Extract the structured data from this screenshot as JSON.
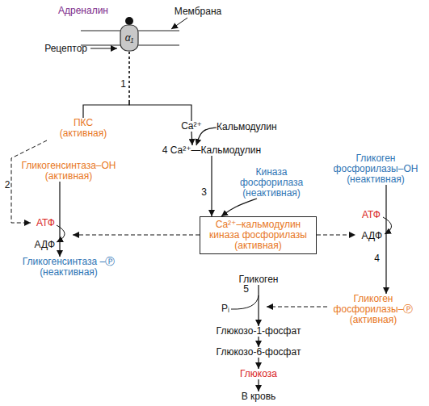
{
  "diagram": {
    "nodes": [
      {
        "text": [
          "α₁"
        ]
      },
      {
        "text": [
          "ПКС (активная)"
        ]
      },
      {
        "text": [
          "Ca²⁺"
        ]
      },
      {
        "text": [
          "Кальмодулин"
        ]
      },
      {
        "text": [
          "4 Ca²⁺—Кальмодулин"
        ]
      },
      {
        "text": [
          "Киназа фосфорилаза (неактивная)"
        ]
      },
      {
        "text": [
          "Ca²⁺–кальмодулин киназа фосфорилазы (активная)"
        ]
      },
      {
        "text": [
          "Гликогенсинтаза–ОН (активная)"
        ]
      },
      {
        "text": [
          "Гликогенсинтаза –Ⓟ (неактивная)"
        ]
      },
      {
        "text": [
          "Гликоген фосфорилазы–OH (неактивная)"
        ]
      },
      {
        "text": [
          "Гликоген фосфорилазы–Ⓟ (активная)"
        ]
      },
      {
        "text": [
          "Гликоген"
        ]
      },
      {
        "text": [
          "Глюкозо-1-фосфат"
        ]
      },
      {
        "text": [
          "Глюкозо-6-фосфат"
        ]
      },
      {
        "text": [
          "Глюкоза"
        ]
      },
      {
        "text": [
          "В кровь"
        ]
      }
    ],
    "edges": [
      {
        "from": 0,
        "to": 1,
        "arrow": "none"
      },
      {
        "from": 0,
        "to": 2,
        "arrow": "none"
      },
      {
        "from": 2,
        "to": 4,
        "arrow": "to"
      },
      {
        "from": 3,
        "to": 4,
        "arrow": "to"
      },
      {
        "from": 4,
        "to": 6,
        "arrow": "to"
      },
      {
        "from": 5,
        "to": 6,
        "arrow": "to"
      },
      {
        "from": 7,
        "to": 8,
        "arrow": "to"
      },
      {
        "from": 9,
        "to": 10,
        "arrow": "to"
      },
      {
        "from": 11,
        "to": 12,
        "arrow": "to"
      },
      {
        "from": 12,
        "to": 13,
        "arrow": "to"
      },
      {
        "from": 13,
        "to": 14,
        "arrow": "to"
      },
      {
        "from": 14,
        "to": 15,
        "arrow": "to"
      }
    ],
    "labels": [
      "Адреналин",
      "Мембрана",
      "Рецептор",
      "1",
      "2",
      "3",
      "АТФ",
      "АДФ",
      "АТФ",
      "АДФ",
      "4",
      "5",
      "Pᵢ"
    ]
  }
}
